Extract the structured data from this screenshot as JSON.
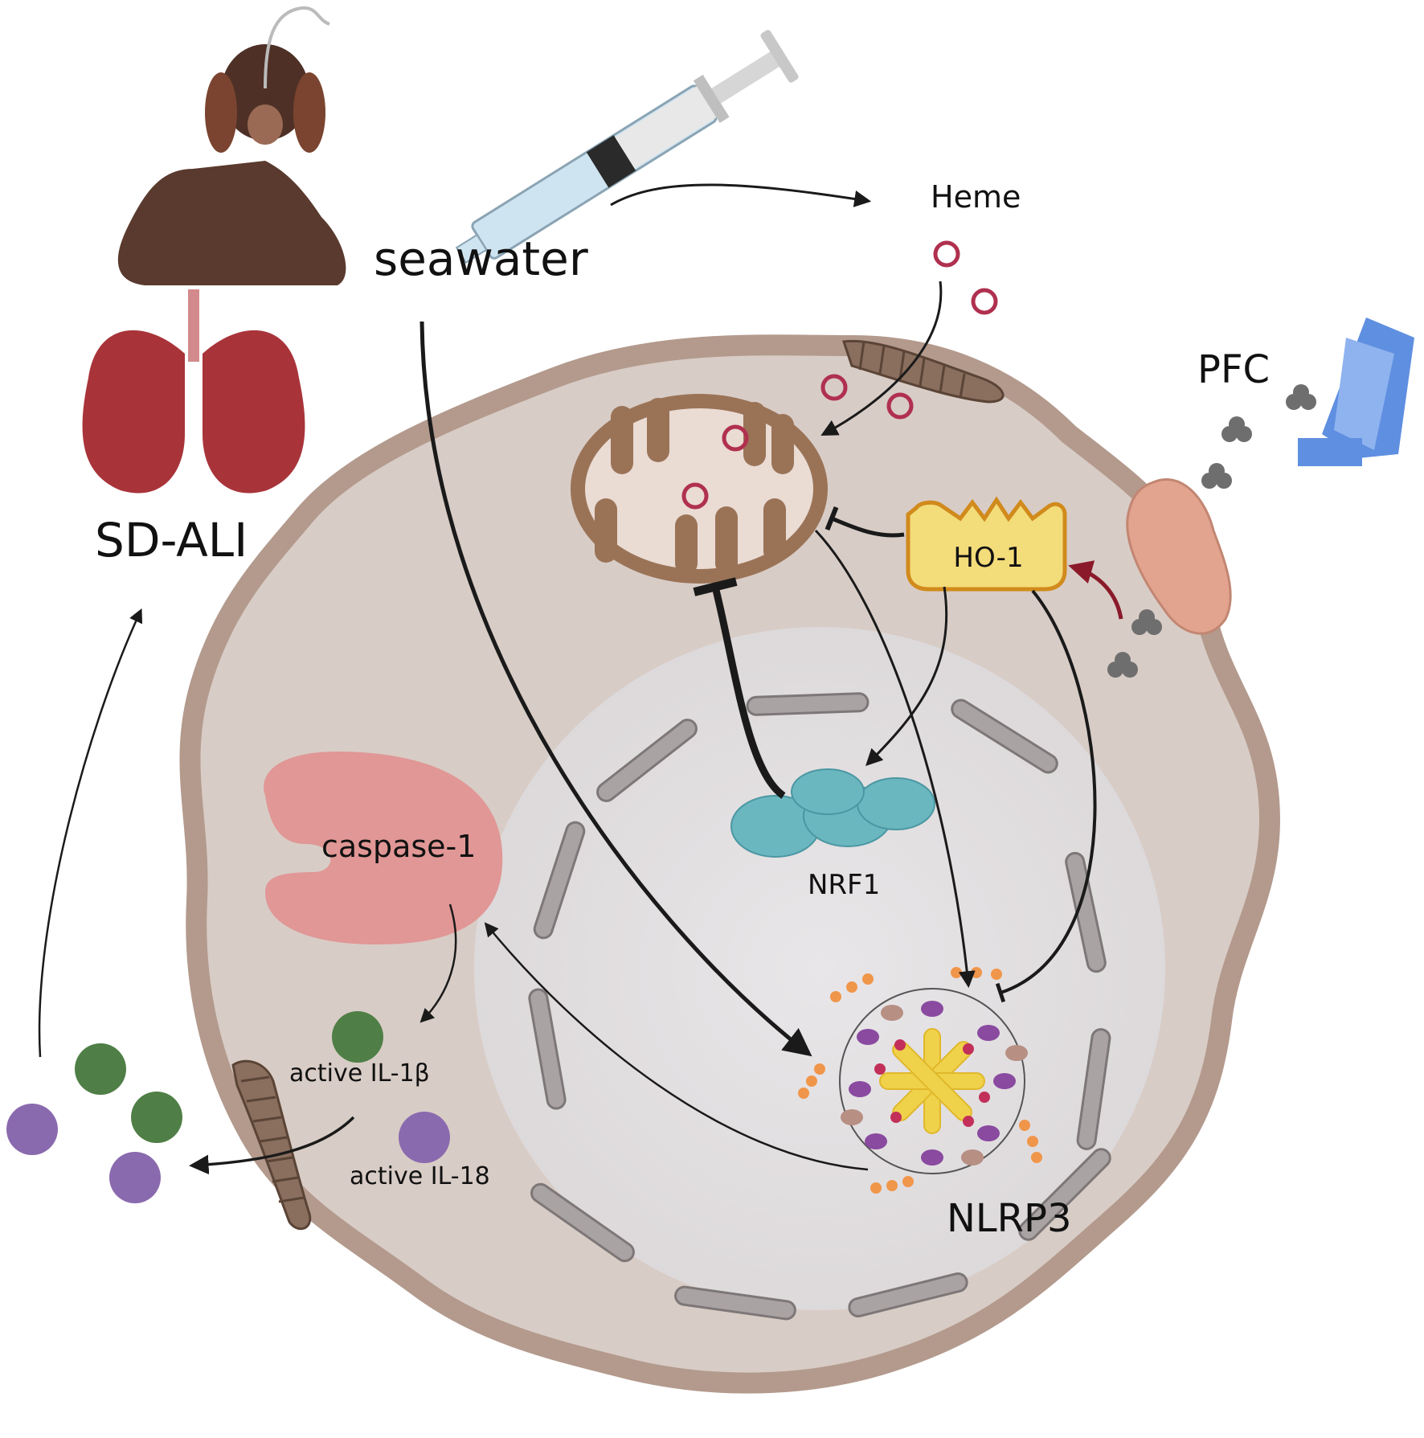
{
  "labels": {
    "seawater": "seawater",
    "heme": "Heme",
    "pfc": "PFC",
    "sd_ali": "SD-ALI",
    "ho1": "HO-1",
    "nrf1": "NRF1",
    "nlrp3": "NLRP3",
    "caspase1": "caspase-1",
    "il1b": "active IL-1β",
    "il18": "active IL-18"
  },
  "colors": {
    "cell_membrane": "#b39a8d",
    "cytoplasm": "#d8ccc6",
    "nucleus": "#e2e0e2",
    "nuclear_pore": "#a9a3a3",
    "mitochondrion": "#9a7357",
    "mito_inner": "#eadbd3",
    "ho1_fill": "#f3dc7a",
    "ho1_stroke": "#d18a1c",
    "nrf1": "#6bb7c0",
    "caspase": "#e09795",
    "il1b": "#4f7f46",
    "il18": "#8a6aae",
    "heme": "#b0304f",
    "pfc_particle": "#6e6e6e",
    "inhaler": "#5f8fe0",
    "receptor": "#e2a48e",
    "arrow": "#1a1a1a",
    "pfc_arrow": "#8a1a2a",
    "lung": "#a8343a"
  },
  "icons": [
    "dog-icon",
    "syringe-icon",
    "lungs-icon",
    "inhaler-icon",
    "heme-icon",
    "mitochondrion-icon",
    "channel-icon",
    "inflammasome-icon"
  ]
}
